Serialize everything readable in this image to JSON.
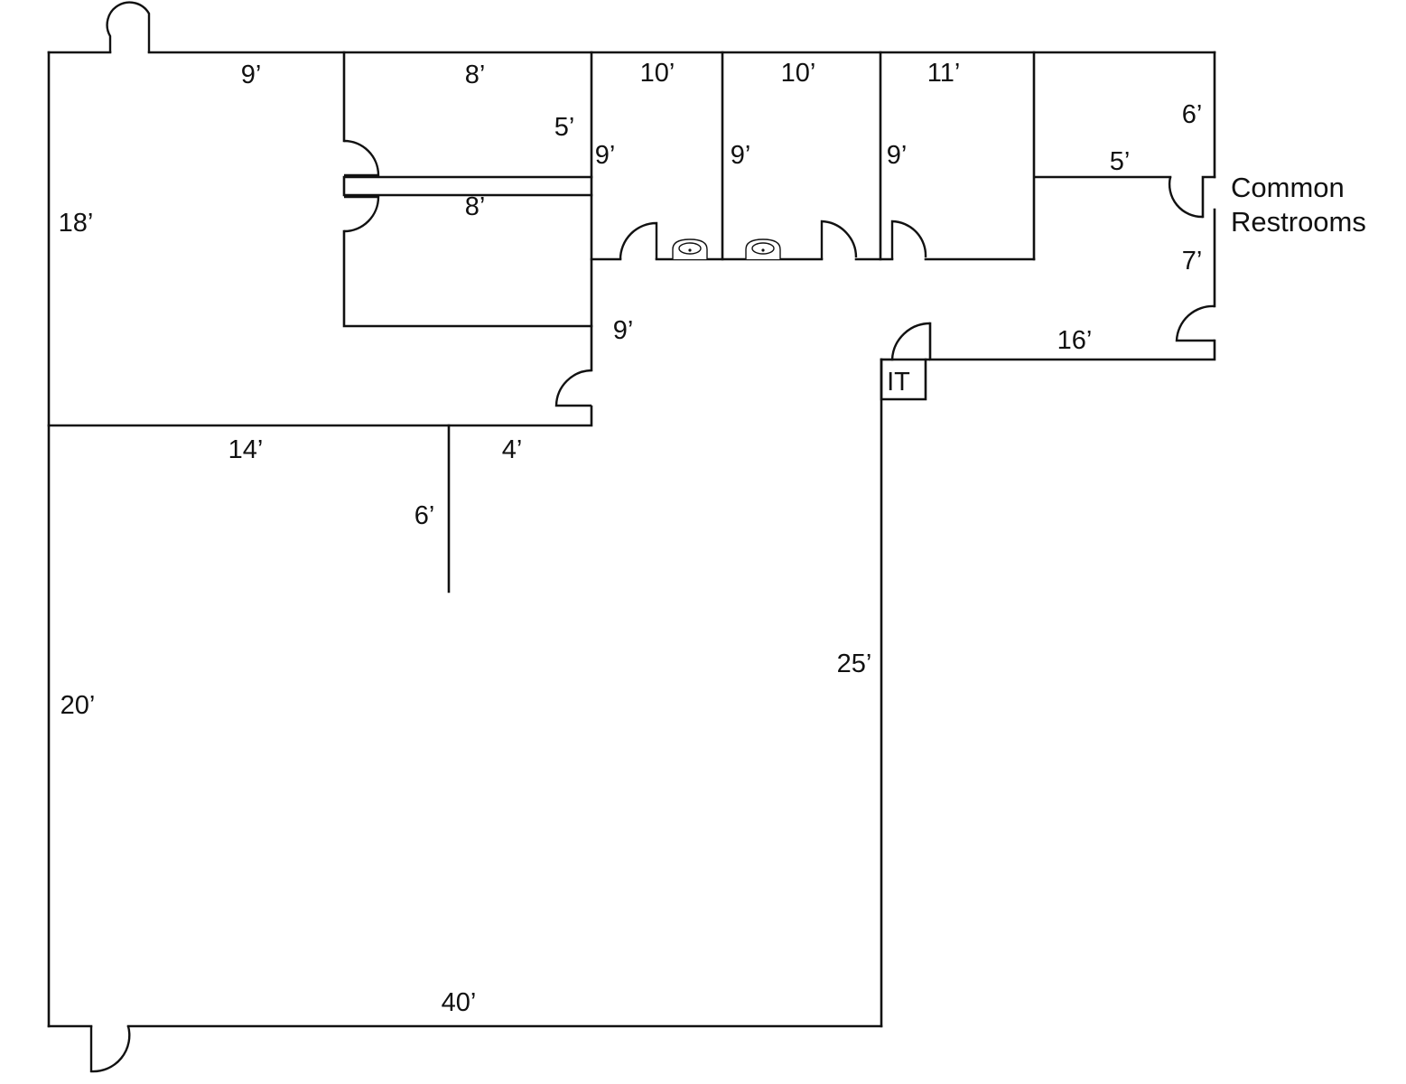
{
  "floor_plan": {
    "dimensions": {
      "top_left_width": "9’",
      "office_a_width": "8’",
      "office_a_depth": "5’",
      "office_b_width": "8’",
      "room_1_width": "10’",
      "room_1_depth": "9’",
      "room_2_width": "10’",
      "room_2_depth": "9’",
      "room_3_width": "11’",
      "room_3_depth": "9’",
      "corner_room_depth": "6’",
      "corner_room_width": "5’",
      "left_upper_height": "18’",
      "corridor_length": "7’",
      "hall_height": "9’",
      "it_wall_width": "16’",
      "lower_left_width": "14’",
      "lower_mid_width": "4’",
      "partition_length": "6’",
      "right_wall_height": "25’",
      "left_lower_height": "20’",
      "bottom_width": "40’"
    },
    "labels": {
      "it_closet": "IT",
      "common_restrooms_line1": "Common",
      "common_restrooms_line2": "Restrooms"
    }
  }
}
